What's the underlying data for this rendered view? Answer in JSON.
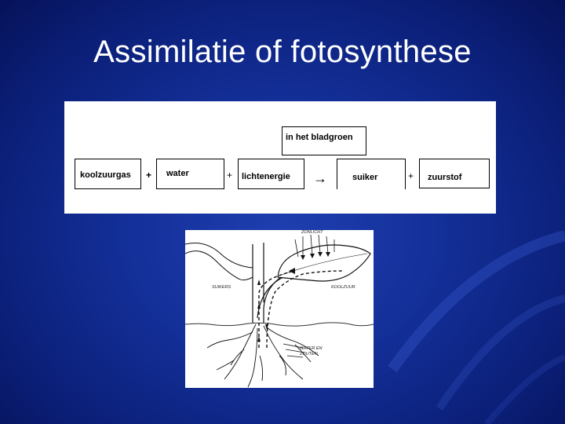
{
  "slide": {
    "title": "Assimilatie of fotosynthese",
    "colors": {
      "background": "#132f98",
      "title_text": "#ffffff",
      "panel": "#ffffff"
    }
  },
  "equation": {
    "condition": "in het bladgroen",
    "reactants": [
      "koolzuurgas",
      "water",
      "lichtenergie"
    ],
    "products": [
      "suiker",
      "zuurstof"
    ],
    "plus": "+",
    "arrow": "→"
  },
  "illustration": {
    "labels": {
      "sunlight": "ZONLICHT",
      "sugars": "SUIKERS",
      "co2": "KOOLZUUR",
      "water": "WATER EN",
      "salts": "ZOUTEN"
    }
  }
}
